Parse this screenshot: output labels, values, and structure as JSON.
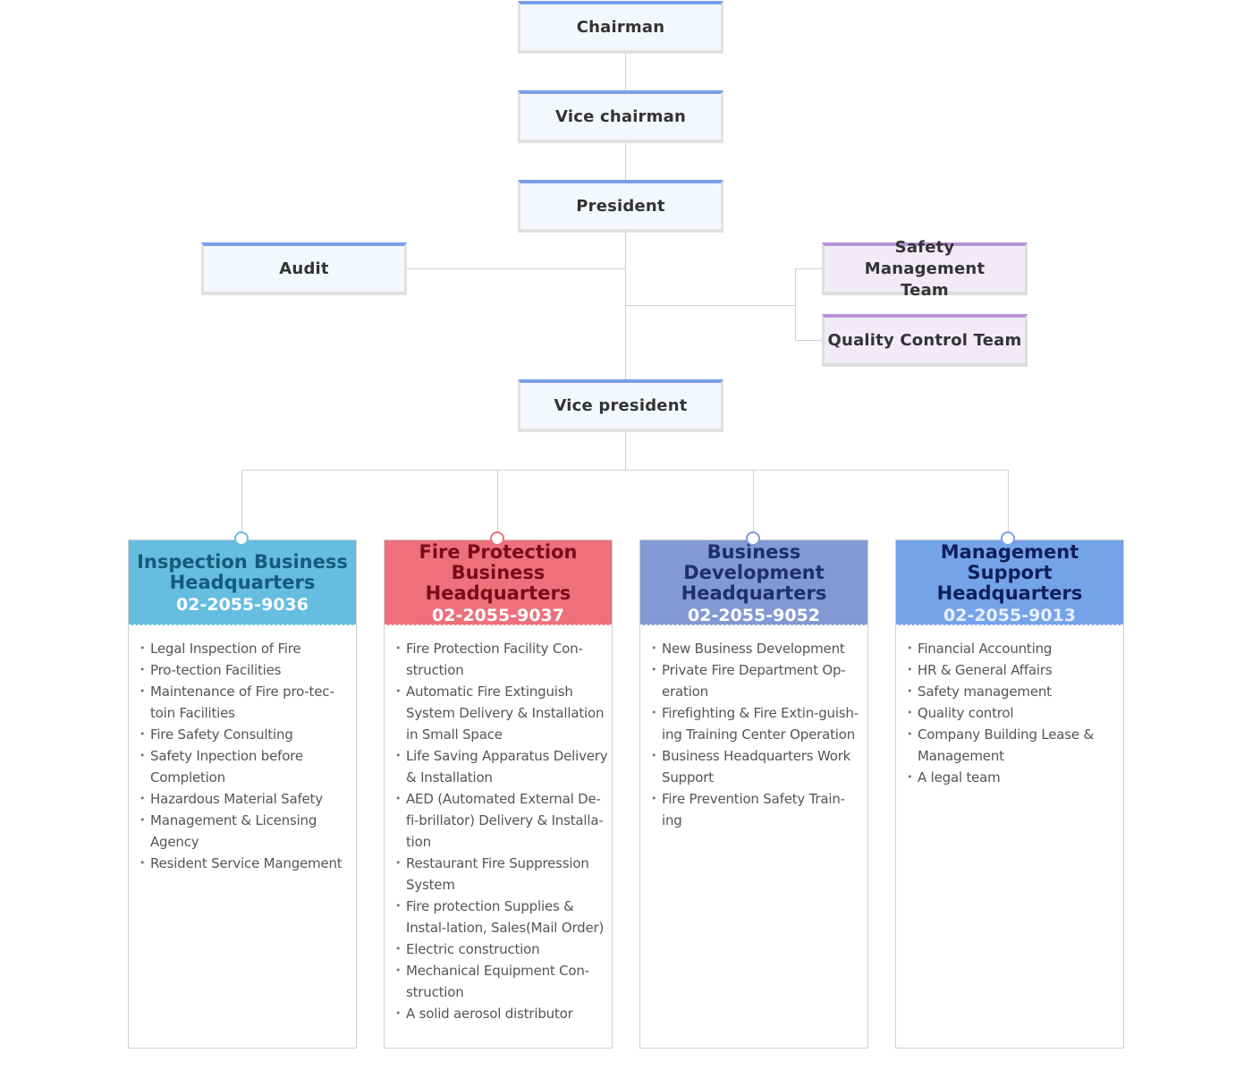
{
  "org": {
    "chairman": "Chairman",
    "vice_chairman": "Vice chairman",
    "president": "President",
    "audit": "Audit",
    "safety_team": "Safety Management Team",
    "quality_team": "Quality Control Team",
    "vice_president": "Vice president"
  },
  "headquarters": [
    {
      "name": "Inspection Business Headquarters",
      "phone": "02-2055-9036",
      "color": "#65bde0",
      "name_color": "#145b7c",
      "phone_color": "#ffffff",
      "items": [
        "Legal Inspection of Fire",
        "Pro-tection Facilities",
        "Maintenance of Fire pro-tec-toin Facilities",
        "Fire Safety Consulting",
        "Safety Inpection before Completion",
        "Hazardous Material Safety",
        "Management & Licensing Agency",
        "Resident Service Mangement"
      ]
    },
    {
      "name": "Fire Protection Business Headquarters",
      "phone": "02-2055-9037",
      "color": "#ee707c",
      "name_color": "#7a0c19",
      "phone_color": "#ffffff",
      "items": [
        "Fire Protection Facility Con-struction",
        "Automatic Fire Extinguish System Delivery & Installation in Small Space",
        "Life Saving Apparatus Delivery & Installation",
        "AED (Automated External De-fi-brillator) Delivery & Installa-tion",
        "Restaurant Fire Suppression System",
        "Fire protection Supplies & Instal-lation, Sales(Mail Order)",
        "Electric construction",
        "Mechanical Equipment Con-struction",
        "A solid aerosol distributor"
      ]
    },
    {
      "name": "Business Development Headquarters",
      "phone": "02-2055-9052",
      "color": "#8299d4",
      "name_color": "#1f2f6b",
      "phone_color": "#ffffff",
      "items": [
        "New Business Development",
        "Private Fire Department Op-eration",
        "Firefighting & Fire Extin-guish-ing Training Center Operation",
        "Business Headquarters Work Support",
        "Fire Prevention Safety Train-ing"
      ]
    },
    {
      "name": "Management Support Headquarters",
      "phone": "02-2055-9013",
      "color": "#75a3ea",
      "name_color": "#0f1f57",
      "phone_color": "#e8f0ff",
      "items": [
        "Financial Accounting",
        "HR & General Affairs",
        "Safety management",
        "Quality control",
        "Company Building Lease & Management",
        "A legal team"
      ]
    }
  ]
}
